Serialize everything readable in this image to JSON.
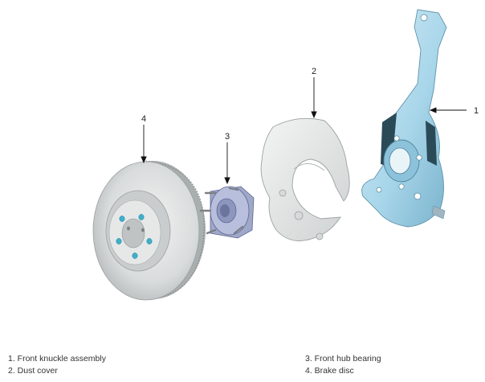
{
  "callouts": {
    "knuckle": "1",
    "dust_cover": "2",
    "hub_bearing": "3",
    "brake_disc": "4"
  },
  "legend": {
    "items": [
      "1. Front knuckle assembly",
      "2. Dust cover",
      "3. Front hub bearing",
      "4. Brake disc"
    ]
  },
  "colors": {
    "disc": "#d9dcdc",
    "disc_shadow": "#b9bdbd",
    "knuckle": "#a9d6ea",
    "knuckle_dark": "#6fa9c4",
    "dust_cover": "#e2e4e4",
    "bolt": "#3fb0cc"
  }
}
